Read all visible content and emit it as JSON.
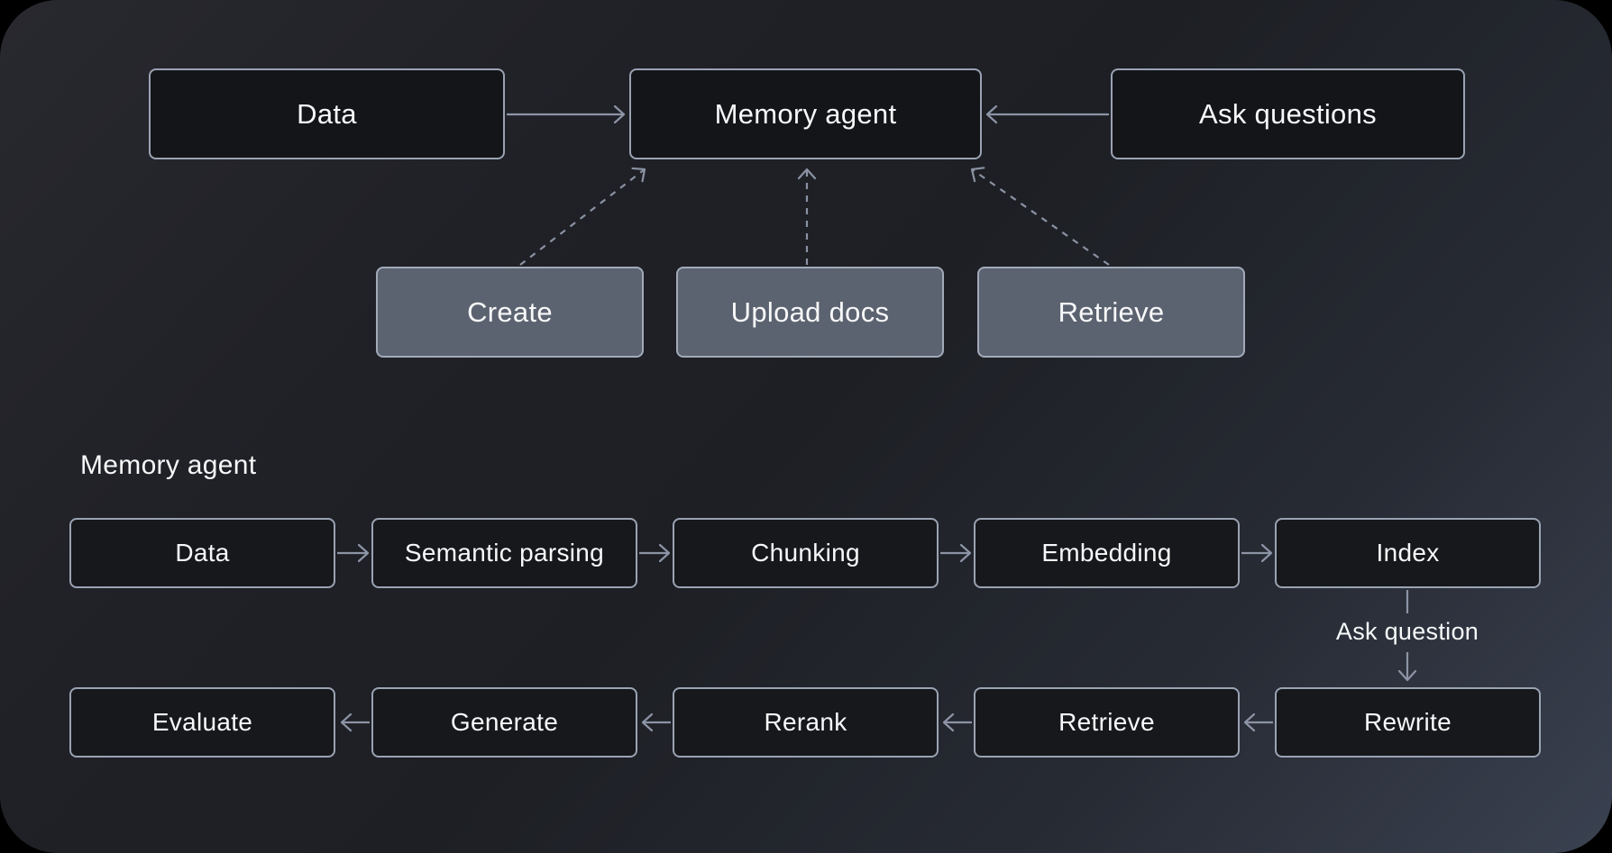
{
  "top_flow": {
    "data": "Data",
    "memory_agent": "Memory agent",
    "ask_questions": "Ask questions",
    "create": "Create",
    "upload_docs": "Upload docs",
    "retrieve": "Retrieve"
  },
  "section": {
    "label": "Memory agent"
  },
  "pipeline": {
    "row1": [
      "Data",
      "Semantic parsing",
      "Chunking",
      "Embedding",
      "Index"
    ],
    "ask_question_label": "Ask question",
    "row2": [
      "Evaluate",
      "Generate",
      "Rerank",
      "Retrieve",
      "Rewrite"
    ]
  },
  "colors": {
    "outer_background": "#000000",
    "canvas_gradient_start": "#28292e",
    "canvas_gradient_end": "#3a4150",
    "node_dark_fill": "#141518",
    "node_gray_fill": "#5c6370",
    "node_border": "#9aa3b3",
    "arrow": "#8c94a5",
    "dashed_arrow": "#8a92a3",
    "text": "#f7f8f9"
  }
}
